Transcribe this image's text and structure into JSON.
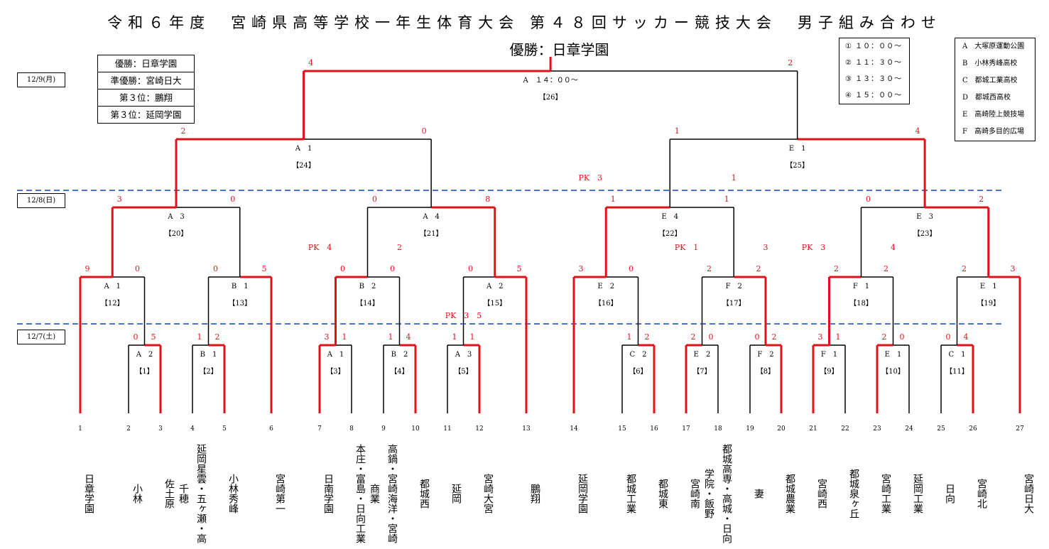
{
  "title": "令和６年度　宮崎県高等学校一年生体育大会 第４８回サッカー競技大会　男子組み合わせ",
  "champion_caption": "優勝：日章学園",
  "results": [
    "優勝：日章学園",
    "準優勝：宮崎日大",
    "第３位：鵬翔",
    "第３位：延岡学園"
  ],
  "times": [
    "① １０：００～",
    "② １１：３０～",
    "③ １３：３０～",
    "④ １５：００～"
  ],
  "venues": [
    "A　大塚原運動公園",
    "B　小林秀峰高校",
    "C　都城工業高校",
    "D　都城西高校",
    "E　高崎陸上競技場",
    "F　高崎多目的広場"
  ],
  "days": [
    "12/9(月)",
    "12/8(日)",
    "12/7(土)"
  ],
  "colors": {
    "win": "#e3101a",
    "line": "#000000",
    "dash": "#4a72c8",
    "score": "#e3101a"
  },
  "teams": [
    {
      "no": "1",
      "name": "日章学園"
    },
    {
      "no": "2",
      "name": "小林"
    },
    {
      "no": "3",
      "name": "佐土原"
    },
    {
      "no": "4",
      "name": "延岡星雲・五ヶ瀬・高千穂"
    },
    {
      "no": "5",
      "name": "小林秀峰"
    },
    {
      "no": "6",
      "name": "宮崎第一"
    },
    {
      "no": "7",
      "name": "日南学園"
    },
    {
      "no": "8",
      "name": "本庄・富島・日向工業"
    },
    {
      "no": "9",
      "name": "高鍋・宮崎海洋・宮崎商業"
    },
    {
      "no": "10",
      "name": "都城西"
    },
    {
      "no": "11",
      "name": "延岡"
    },
    {
      "no": "12",
      "name": "宮崎大宮"
    },
    {
      "no": "13",
      "name": "鵬翔"
    },
    {
      "no": "14",
      "name": "延岡学園"
    },
    {
      "no": "15",
      "name": "都城工業"
    },
    {
      "no": "16",
      "name": "都城東"
    },
    {
      "no": "17",
      "name": "宮崎南"
    },
    {
      "no": "18",
      "name": "都城高専・高城・日向学院・飯野"
    },
    {
      "no": "19",
      "name": "妻"
    },
    {
      "no": "20",
      "name": "都城農業"
    },
    {
      "no": "21",
      "name": "宮崎西"
    },
    {
      "no": "22",
      "name": "都城泉ヶ丘"
    },
    {
      "no": "23",
      "name": "宮崎工業"
    },
    {
      "no": "24",
      "name": "延岡工業"
    },
    {
      "no": "25",
      "name": "日向"
    },
    {
      "no": "26",
      "name": "宮崎北"
    },
    {
      "no": "27",
      "name": "宮崎日大"
    }
  ],
  "matches": [
    {
      "id": "m1",
      "label": "A　2",
      "num": "【1】",
      "s": [
        "0",
        "5"
      ],
      "w": "r"
    },
    {
      "id": "m2",
      "label": "B　1",
      "num": "【2】",
      "s": [
        "1",
        "2"
      ],
      "w": "r"
    },
    {
      "id": "m3",
      "label": "A　1",
      "num": "【3】",
      "s": [
        "3",
        "1"
      ],
      "w": "l"
    },
    {
      "id": "m4",
      "label": "B　2",
      "num": "【4】",
      "s": [
        "1",
        "4"
      ],
      "w": "r"
    },
    {
      "id": "m5",
      "label": "A　3",
      "num": "【5】",
      "s": [
        "1",
        "1"
      ],
      "w": "r",
      "pk": "PK　3　5"
    },
    {
      "id": "m6",
      "label": "C　2",
      "num": "【6】",
      "s": [
        "1",
        "2"
      ],
      "w": "r"
    },
    {
      "id": "m7",
      "label": "E　2",
      "num": "【7】",
      "s": [
        "2",
        "0"
      ],
      "w": "l"
    },
    {
      "id": "m8",
      "label": "F　2",
      "num": "【8】",
      "s": [
        "0",
        "2"
      ],
      "w": "r"
    },
    {
      "id": "m9",
      "label": "F　1",
      "num": "【9】",
      "s": [
        "3",
        "1"
      ],
      "w": "l"
    },
    {
      "id": "m10",
      "label": "E　1",
      "num": "【10】",
      "s": [
        "2",
        "0"
      ],
      "w": "l"
    },
    {
      "id": "m11",
      "label": "C　1",
      "num": "【11】",
      "s": [
        "0",
        "4"
      ],
      "w": "r"
    },
    {
      "id": "m12",
      "label": "A　1",
      "num": "【12】",
      "s": [
        "9",
        "0"
      ],
      "w": "l"
    },
    {
      "id": "m13",
      "label": "B　1",
      "num": "【13】",
      "s": [
        "0",
        "5"
      ],
      "w": "r"
    },
    {
      "id": "m14",
      "label": "B　2",
      "num": "【14】",
      "s": [
        "0",
        "0"
      ],
      "w": "l",
      "pk": [
        "PK　4",
        "2"
      ]
    },
    {
      "id": "m15",
      "label": "A　2",
      "num": "【15】",
      "s": [
        "0",
        "5"
      ],
      "w": "r"
    },
    {
      "id": "m16",
      "label": "E　2",
      "num": "【16】",
      "s": [
        "3",
        "0"
      ],
      "w": "l"
    },
    {
      "id": "m17",
      "label": "F　2",
      "num": "【17】",
      "s": [
        "2",
        "2"
      ],
      "w": "r",
      "pk": [
        "PK　1",
        "3"
      ]
    },
    {
      "id": "m18",
      "label": "F　1",
      "num": "【18】",
      "s": [
        "2",
        "2"
      ],
      "w": "l",
      "pk": [
        "PK　3",
        "4"
      ]
    },
    {
      "id": "m19",
      "label": "E　1",
      "num": "【19】",
      "s": [
        "2",
        "3"
      ],
      "w": "r"
    },
    {
      "id": "m20",
      "label": "A　3",
      "num": "【20】",
      "s": [
        "3",
        "0"
      ],
      "w": "l"
    },
    {
      "id": "m21",
      "label": "A　4",
      "num": "【21】",
      "s": [
        "0",
        "8"
      ],
      "w": "r"
    },
    {
      "id": "m22",
      "label": "E　4",
      "num": "【22】",
      "s": [
        "1",
        "1"
      ],
      "w": "l",
      "pk": [
        "PK　3",
        "1"
      ]
    },
    {
      "id": "m23",
      "label": "E　3",
      "num": "【23】",
      "s": [
        "0",
        "2"
      ],
      "w": "r"
    },
    {
      "id": "m24",
      "label": "A　1",
      "num": "【24】",
      "s": [
        "2",
        "0"
      ],
      "w": "l"
    },
    {
      "id": "m25",
      "label": "E　1",
      "num": "【25】",
      "s": [
        "1",
        "4"
      ],
      "w": "r"
    },
    {
      "id": "m26",
      "label": "A　１４：００～",
      "num": "【26】",
      "s": [
        "4",
        "2"
      ],
      "w": "l"
    }
  ]
}
